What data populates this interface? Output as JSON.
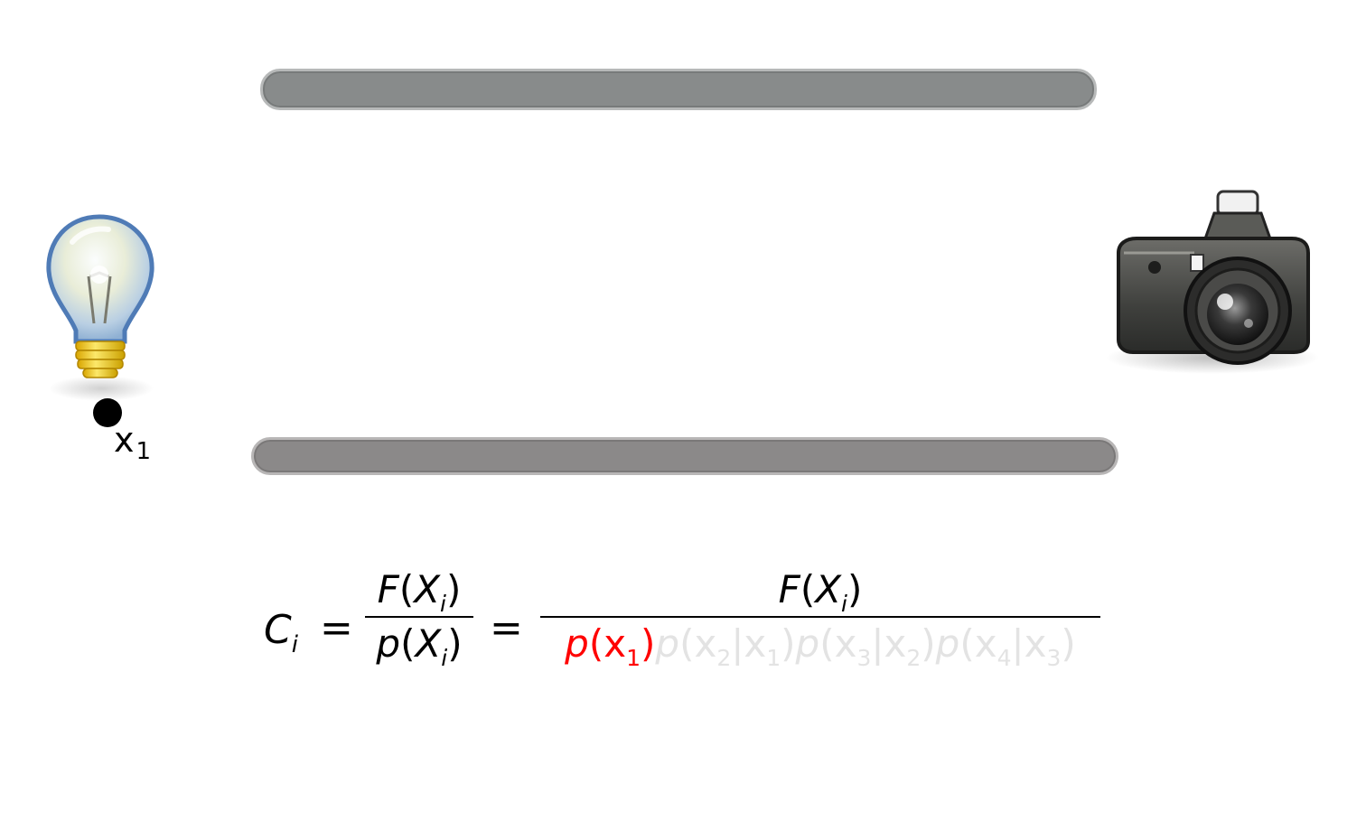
{
  "point": {
    "label": "x",
    "subscript": "1"
  },
  "formula": {
    "lhs": {
      "symbol": "C",
      "subscript": "i"
    },
    "equals": "=",
    "fraction1": {
      "numerator": {
        "func": "F",
        "arg": "X",
        "arg_sub": "i"
      },
      "denominator": {
        "func": "p",
        "arg": "X",
        "arg_sub": "i"
      }
    },
    "fraction2": {
      "numerator": {
        "func": "F",
        "arg": "X",
        "arg_sub": "i"
      },
      "denominator": {
        "highlighted_term": {
          "func": "p",
          "arg": "x",
          "arg_sub": "1"
        },
        "faded_terms": [
          {
            "func": "p",
            "arg": "x",
            "arg_sub": "2",
            "given": "x",
            "given_sub": "1"
          },
          {
            "func": "p",
            "arg": "x",
            "arg_sub": "3",
            "given": "x",
            "given_sub": "2"
          },
          {
            "func": "p",
            "arg": "x",
            "arg_sub": "4",
            "given": "x",
            "given_sub": "3"
          }
        ]
      }
    },
    "colors": {
      "highlight": "#ff0000",
      "faded": "#e3e3e3"
    }
  },
  "icons": {
    "light": "lightbulb-icon",
    "sensor": "camera-icon"
  }
}
